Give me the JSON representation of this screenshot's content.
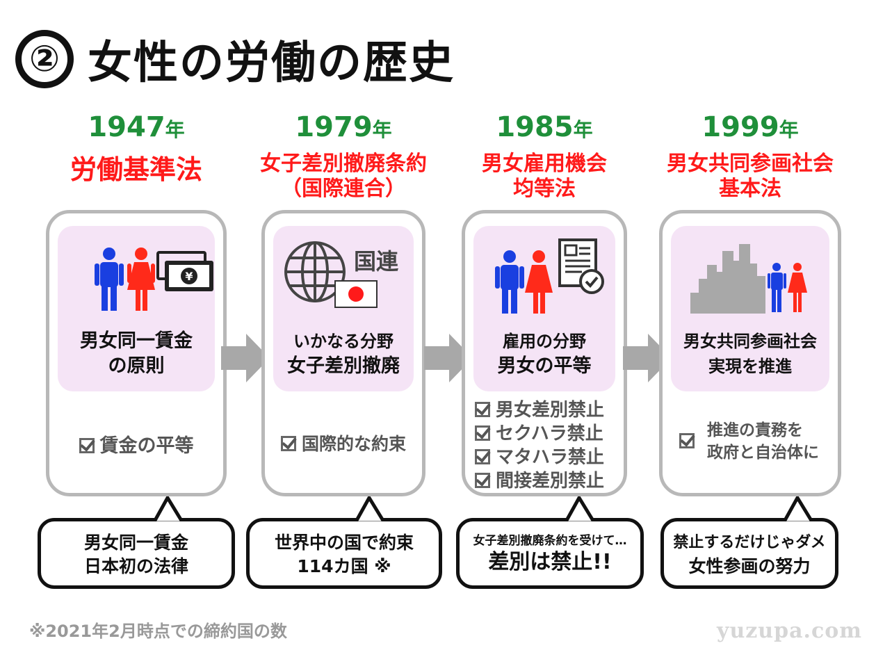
{
  "title": {
    "number": "②",
    "text": "女性の労働の歴史"
  },
  "columns": [
    {
      "year": "1947",
      "year_unit": "年",
      "law": [
        "労働基準法"
      ],
      "pink_text": [
        "男女同一賃金",
        "の原則"
      ],
      "checks": [
        "賃金の平等"
      ],
      "bubble": [
        "男女同一賃金",
        "日本初の法律"
      ]
    },
    {
      "year": "1979",
      "year_unit": "年",
      "law": [
        "女子差別撤廃条約",
        "（国際連合）"
      ],
      "icon_label": "国連",
      "pink_text": [
        "いかなる分野",
        "女子差別撤廃"
      ],
      "checks": [
        "国際的な約束"
      ],
      "bubble": [
        "世界中の国で約束",
        "114カ国 ※"
      ]
    },
    {
      "year": "1985",
      "year_unit": "年",
      "law": [
        "男女雇用機会",
        "均等法"
      ],
      "pink_text": [
        "雇用の分野",
        "男女の平等"
      ],
      "checks": [
        "男女差別禁止",
        "セクハラ禁止",
        "マタハラ禁止",
        "間接差別禁止"
      ],
      "bubble": [
        "女子差別撤廃条約を受けて…",
        "差別は禁止!!"
      ]
    },
    {
      "year": "1999",
      "year_unit": "年",
      "law": [
        "男女共同参画社会",
        "基本法"
      ],
      "pink_text": [
        "男女共同参画社会",
        "実現を推進"
      ],
      "checks": [
        "推進の責務を",
        "政府と自治体に"
      ],
      "bubble": [
        "禁止するだけじゃダメ",
        "女性参画の努力"
      ]
    }
  ],
  "footnote": "※2021年2月時点での締約国の数",
  "watermark": "yuzupa.com",
  "colors": {
    "year": "#1f8f3a",
    "law": "#ff1a1a",
    "male": "#1a3fe0",
    "female": "#ff2a1a",
    "card_border": "#b8b8b8",
    "pink": "#f5e4f6",
    "arrow": "#a8a8a8"
  }
}
